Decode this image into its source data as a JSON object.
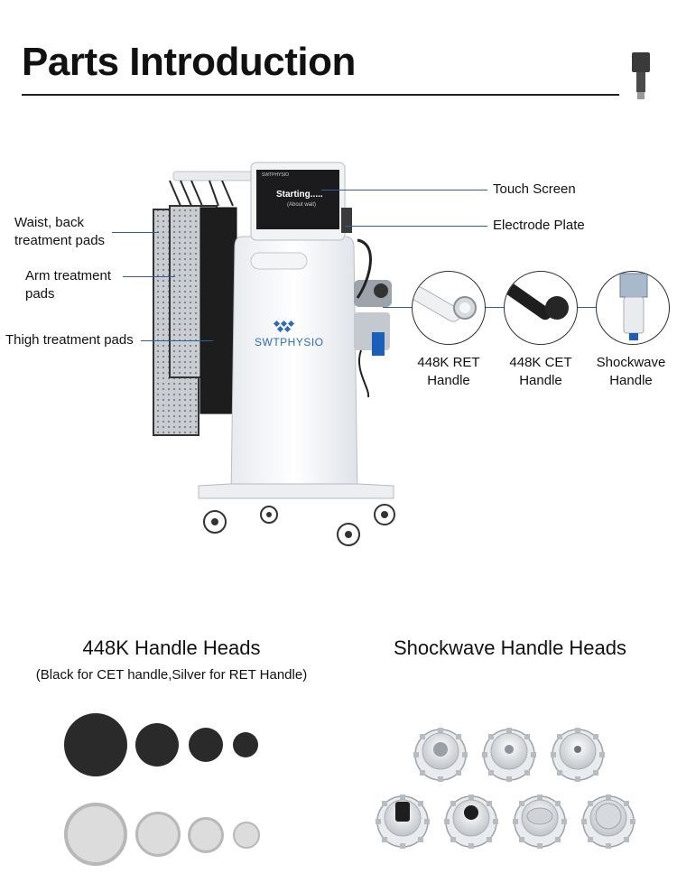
{
  "header": {
    "title": "Parts Introduction"
  },
  "callouts": {
    "touch_screen": "Touch Screen",
    "electrode_plate": "Electrode Plate",
    "waist_pads_line1": "Waist, back",
    "waist_pads_line2": "treatment pads",
    "arm_pads_line1": "Arm treatment",
    "arm_pads_line2": "pads",
    "thigh_pads": "Thigh treatment pads"
  },
  "device": {
    "brand": "SWTPHYSIO",
    "screen_text": "Starting.....",
    "screen_subtext": "(About wait)",
    "screen_header": "SWTPHYSIO"
  },
  "handles": [
    {
      "line1": "448K RET",
      "line2": "Handle",
      "icon": "ret-handle-icon"
    },
    {
      "line1": "448K CET",
      "line2": "Handle",
      "icon": "cet-handle-icon"
    },
    {
      "line1": "Shockwave",
      "line2": "Handle",
      "icon": "shockwave-handle-icon"
    }
  ],
  "heads_448k": {
    "title": "448K Handle Heads",
    "subtitle": "(Black for CET handle,Silver for RET Handle)",
    "black_count": 4,
    "silver_count": 4
  },
  "heads_shockwave": {
    "title": "Shockwave Handle Heads",
    "count": 7
  },
  "colors": {
    "leader_line": "#2b5f9e",
    "cet_black": "#2a2a2a",
    "ret_silver": "#d9d9d9",
    "device_white": "#f2f4f6",
    "accent_blue": "#1c5fb8"
  }
}
